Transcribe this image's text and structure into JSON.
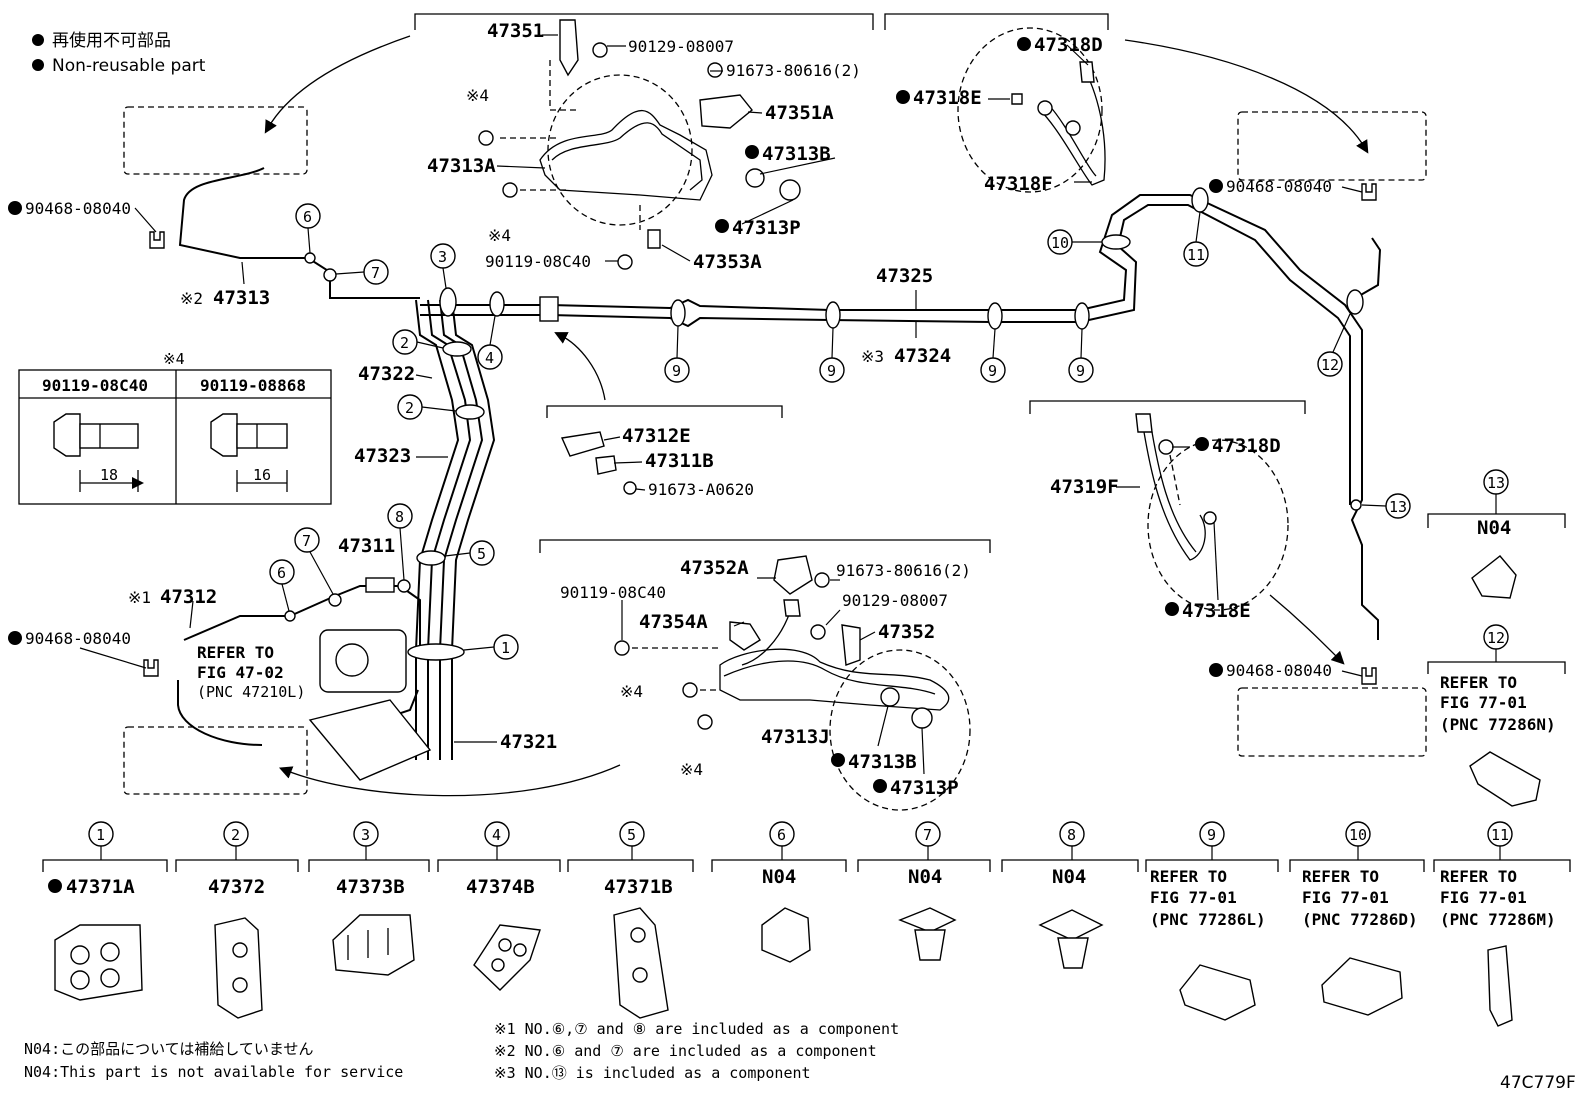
{
  "legend": {
    "jp": "再使用不可部品",
    "en": "Non-reusable part"
  },
  "parts": {
    "p47351": "47351",
    "p90129_1": "90129-08007",
    "p91673_1": "91673-80616(2)",
    "p47351A": "47351A",
    "p47313A": "47313A",
    "p47313B_1": "47313B",
    "p47313P_1": "47313P",
    "p90119_1": "90119-08C40",
    "p47353A": "47353A",
    "p47318D_1": "47318D",
    "p47318E_1": "47318E",
    "p47318F": "47318F",
    "p90468_1": "90468-08040",
    "p90468_2": "90468-08040",
    "p90468_3": "90468-08040",
    "p90468_4": "90468-08040",
    "p47313": "47313",
    "p47325": "47325",
    "p47324": "47324",
    "p47322": "47322",
    "p47323": "47323",
    "p47312E": "47312E",
    "p47311B": "47311B",
    "p91673_2": "91673-A0620",
    "p47319F": "47319F",
    "p47318D_2": "47318D",
    "p47318E_2": "47318E",
    "p47311": "47311",
    "p47312": "47312",
    "p47321": "47321",
    "p47352A": "47352A",
    "p91673_3": "91673-80616(2)",
    "p90119_2": "90119-08C40",
    "p90129_2": "90129-08007",
    "p47354A": "47354A",
    "p47352": "47352",
    "p47313J": "47313J",
    "p47313B_2": "47313B",
    "p47313P_2": "47313P"
  },
  "marks": {
    "m1": "※1",
    "m2": "※2",
    "m3": "※3",
    "m4": "※4"
  },
  "refer": {
    "fig4702_line1": "REFER TO",
    "fig4702_line2": "FIG 47-02",
    "fig4702_line3": "(PNC 47210L)",
    "fig7701N_line1": "REFER TO",
    "fig7701N_line2": "FIG 77-01",
    "fig7701N_line3": "(PNC 77286N)"
  },
  "bolt_table": {
    "title": "※4",
    "col1": "90119-08C40",
    "col2": "90119-08868",
    "len1": "18",
    "len2": "16"
  },
  "callouts": [
    "1",
    "2",
    "3",
    "4",
    "5",
    "6",
    "7",
    "8",
    "9",
    "10",
    "11",
    "12",
    "13"
  ],
  "bottom_row": [
    {
      "num": "1",
      "l1": "47371A",
      "l2": "",
      "l3": "",
      "nonreusable": true
    },
    {
      "num": "2",
      "l1": "47372",
      "l2": "",
      "l3": "",
      "nonreusable": false
    },
    {
      "num": "3",
      "l1": "47373B",
      "l2": "",
      "l3": "",
      "nonreusable": false
    },
    {
      "num": "4",
      "l1": "47374B",
      "l2": "",
      "l3": "",
      "nonreusable": false
    },
    {
      "num": "5",
      "l1": "47371B",
      "l2": "",
      "l3": "",
      "nonreusable": false
    },
    {
      "num": "6",
      "l1": "N04",
      "l2": "",
      "l3": "",
      "nonreusable": false
    },
    {
      "num": "7",
      "l1": "N04",
      "l2": "",
      "l3": "",
      "nonreusable": false
    },
    {
      "num": "8",
      "l1": "N04",
      "l2": "",
      "l3": "",
      "nonreusable": false
    },
    {
      "num": "9",
      "l1": "REFER TO",
      "l2": "FIG 77-01",
      "l3": "(PNC 77286L)",
      "nonreusable": false
    },
    {
      "num": "10",
      "l1": "REFER TO",
      "l2": "FIG 77-01",
      "l3": "(PNC 77286D)",
      "nonreusable": false
    },
    {
      "num": "11",
      "l1": "REFER TO",
      "l2": "FIG 77-01",
      "l3": "(PNC 77286M)",
      "nonreusable": false
    }
  ],
  "side13": {
    "num": "13",
    "label": "N04"
  },
  "side12": {
    "num": "12"
  },
  "notes": {
    "n04_jp": "N04:この部品については補給していません",
    "n04_en": "N04:This part is not available for service",
    "note1": "※1 NO.⑥,⑦ and ⑧ are included as a component",
    "note2": "※2 NO.⑥ and ⑦ are included as a component",
    "note3": "※3 NO.⑬ is included as a component"
  },
  "figure_id": "47C779F"
}
